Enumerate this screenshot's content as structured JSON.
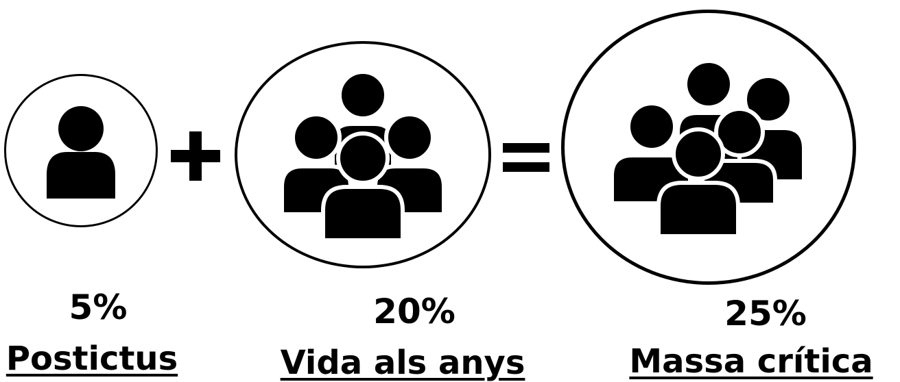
{
  "groups": [
    {
      "percent": "5%",
      "label": "Postictus",
      "icon": "single-person-icon"
    },
    {
      "percent": "20%",
      "label": "Vida als anys",
      "icon": "group-of-four-people-icon"
    },
    {
      "percent": "25%",
      "label": "Massa crítica",
      "icon": "group-of-five-people-icon"
    }
  ],
  "operators": {
    "plus": "plus-icon",
    "equals": "equals-icon"
  }
}
